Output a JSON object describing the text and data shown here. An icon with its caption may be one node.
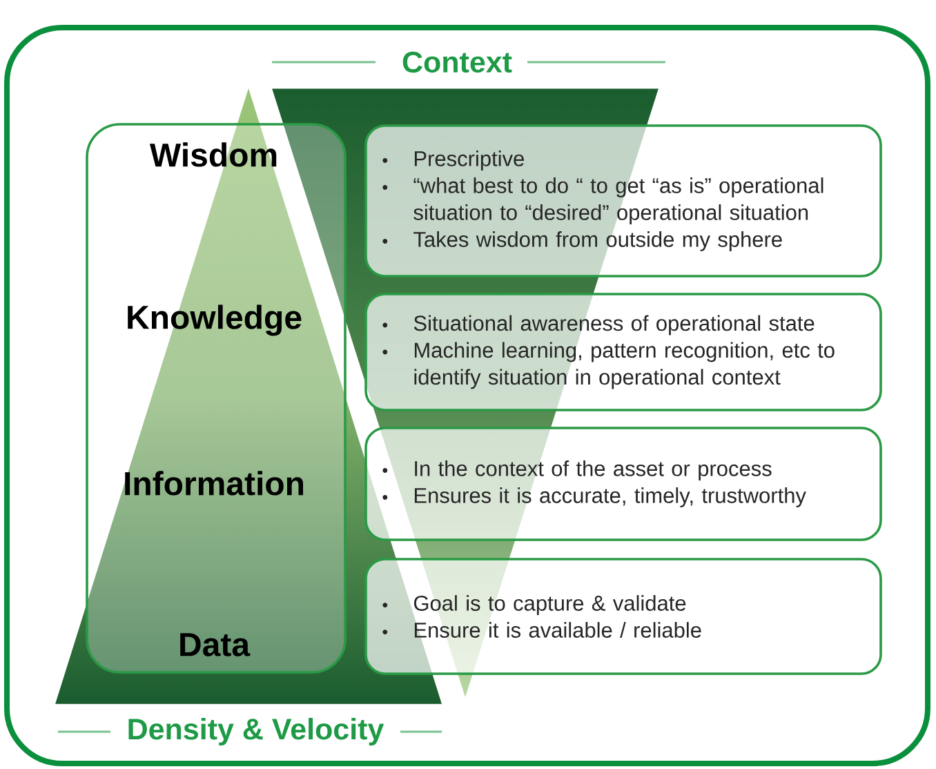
{
  "diagram": {
    "nodes": [
      {
        "text": [
          "Wisdom",
          "Knowledge",
          "Information",
          "Data"
        ]
      },
      {
        "text": [
          "Prescriptive",
          "“what best to do “ to get “as is” operational situation to “desired” operational situation",
          "Takes wisdom from outside my sphere"
        ]
      },
      {
        "text": [
          "Situational awareness of operational state",
          "Machine learning, pattern recognition, etc to identify situation in operational context"
        ]
      },
      {
        "text": [
          "In the context of the asset or process",
          "Ensures it is accurate, timely, trustworthy"
        ]
      },
      {
        "text": [
          "Goal is to capture & validate",
          "Ensure it is available / reliable"
        ]
      }
    ],
    "labels": [
      "Context",
      "Density & Velocity"
    ]
  }
}
